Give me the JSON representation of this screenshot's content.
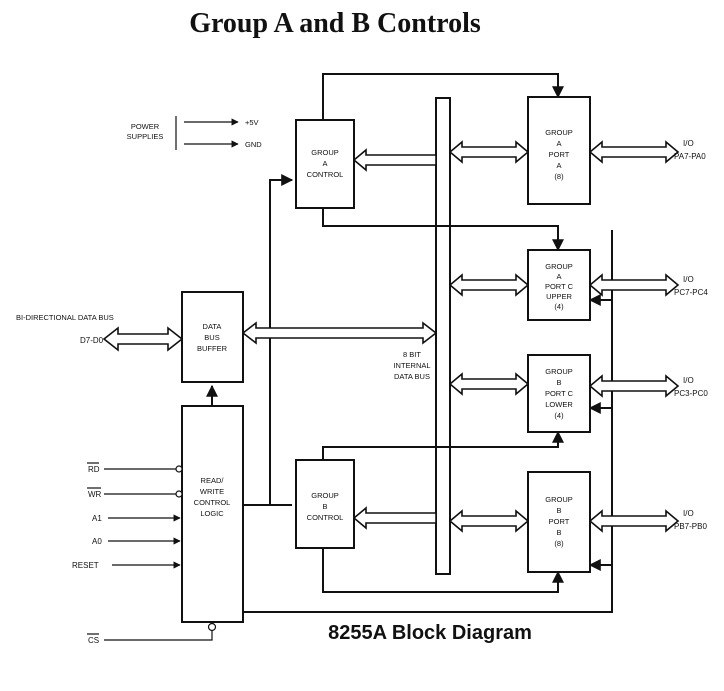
{
  "title": "Group A and B Controls",
  "caption": "8255A Block Diagram",
  "power": {
    "label_line1": "POWER",
    "label_line2": "SUPPLIES",
    "vcc": "+5V",
    "gnd": "GND"
  },
  "data_bus": {
    "label": "BI-DIRECTIONAL DATA BUS",
    "pins": "D7-D0"
  },
  "internal_bus": {
    "line1": "8 BIT",
    "line2": "INTERNAL",
    "line3": "DATA BUS"
  },
  "blocks": {
    "group_a_control": [
      "GROUP",
      "A",
      "CONTROL"
    ],
    "group_b_control": [
      "GROUP",
      "B",
      "CONTROL"
    ],
    "data_bus_buffer": [
      "DATA",
      "BUS",
      "BUFFER"
    ],
    "rw_control_logic": [
      "READ/",
      "WRITE",
      "CONTROL",
      "LOGIC"
    ],
    "group_a_port_a": [
      "GROUP",
      "A",
      "PORT",
      "A",
      "(8)"
    ],
    "group_a_port_c_upper": [
      "GROUP",
      "A",
      "PORT C",
      "UPPER",
      "(4)"
    ],
    "group_b_port_c_lower": [
      "GROUP",
      "B",
      "PORT C",
      "LOWER",
      "(4)"
    ],
    "group_b_port_b": [
      "GROUP",
      "B",
      "PORT",
      "B",
      "(8)"
    ]
  },
  "control_signals": [
    "RD",
    "WR",
    "A1",
    "A0",
    "RESET",
    "CS"
  ],
  "io_ports": [
    {
      "top": "I/O",
      "bottom": "PA7-PA0"
    },
    {
      "top": "I/O",
      "bottom": "PC7-PC4"
    },
    {
      "top": "I/O",
      "bottom": "PC3-PC0"
    },
    {
      "top": "I/O",
      "bottom": "PB7-PB0"
    }
  ]
}
